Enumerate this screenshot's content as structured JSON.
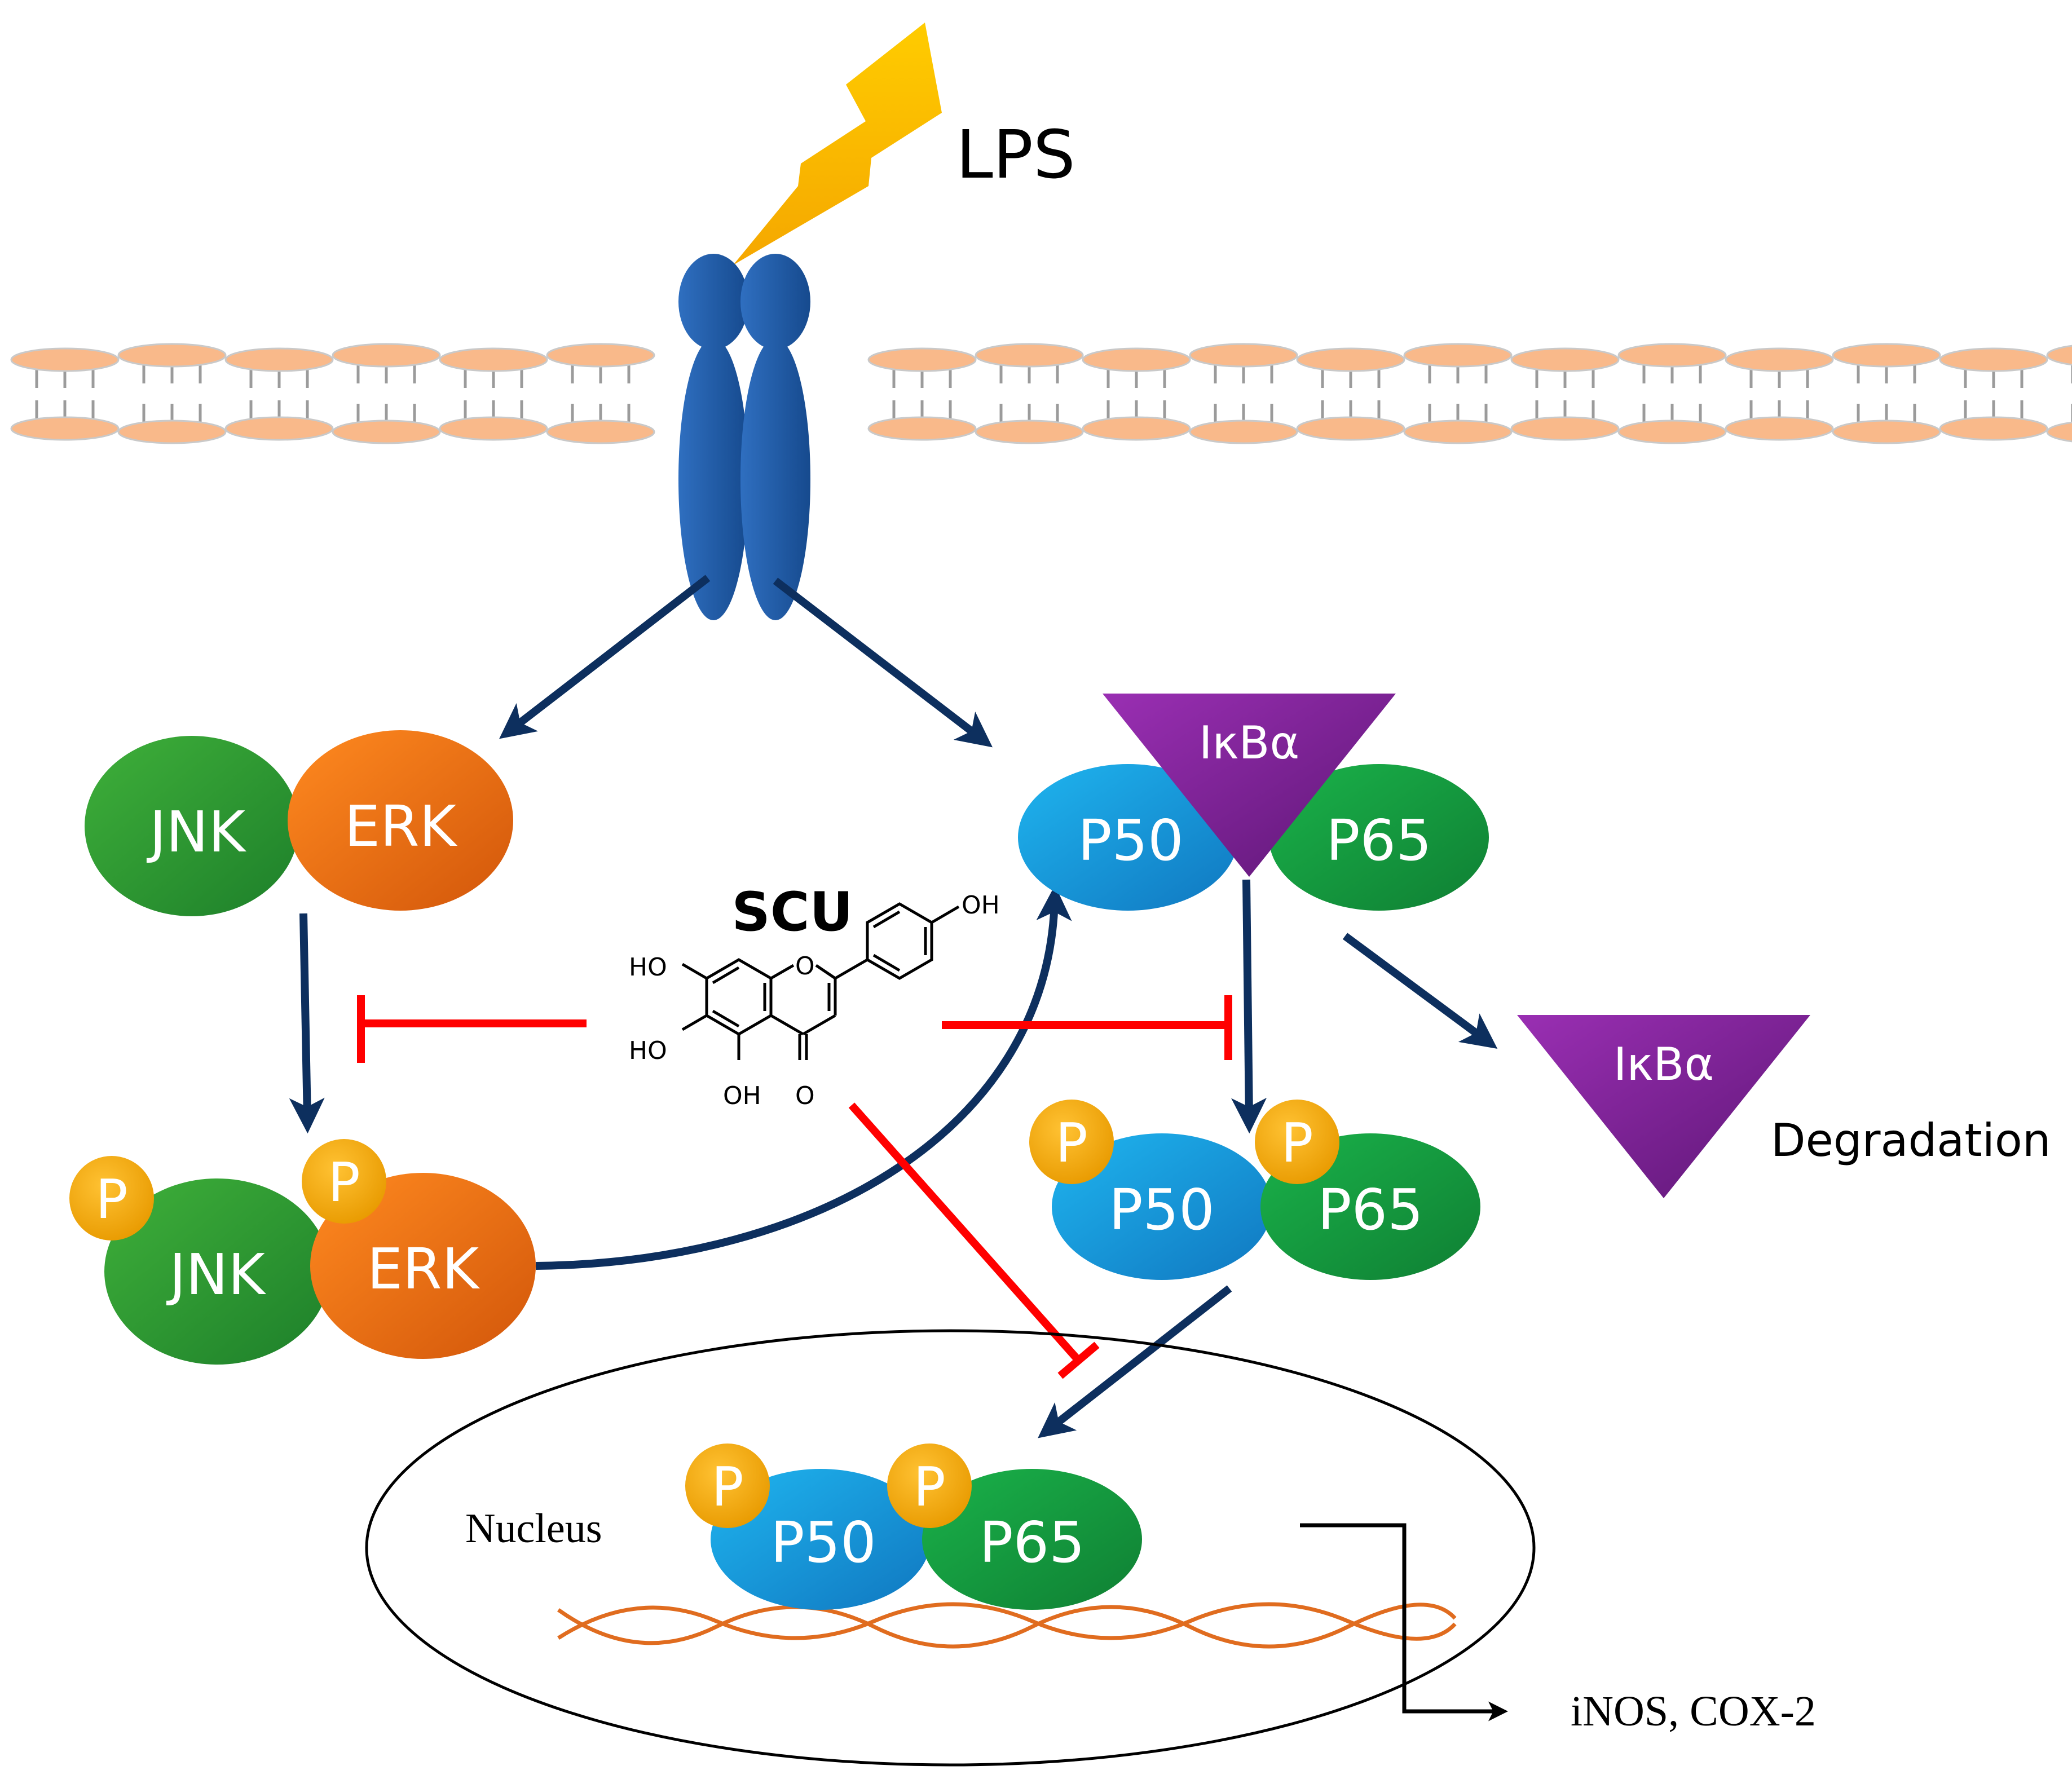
{
  "labels": {
    "stimulus": "LPS",
    "drug": "SCU",
    "degradation": "Degradation",
    "nucleus": "Nucleus",
    "products": "iNOS, COX-2"
  },
  "proteins": {
    "jnk": "JNK",
    "erk": "ERK",
    "p50": "P50",
    "p65": "P65",
    "ikba": "IκBα",
    "phospho": "P"
  },
  "structure_labels": {
    "oh_top": "OH",
    "ho_upper": "HO",
    "ho_lower": "HO",
    "oh_bottom": "OH",
    "ring_o": "O",
    "keto_o": "O"
  },
  "colors": {
    "activation_arrow": "#0d2f5e",
    "inhibition": "#ff0000",
    "membrane_head": "#f9b98a",
    "receptor": "#1d5aa8",
    "jnk": "#2e9a2e",
    "erk": "#f07314",
    "p50": "#1ba6e0",
    "p65": "#159b3e",
    "ikba": "#7f1f99",
    "phospho": "#f5a800",
    "dna": "#e06c1f"
  }
}
